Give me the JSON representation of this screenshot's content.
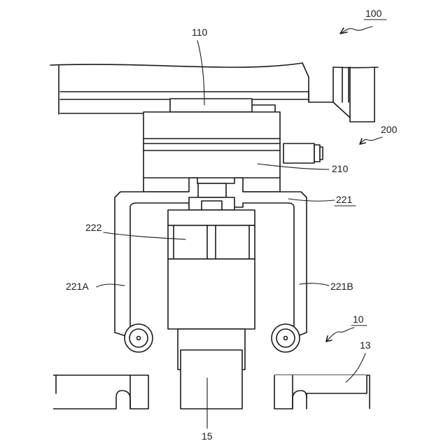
{
  "labels": {
    "ref_100": "100",
    "ref_110": "110",
    "ref_200": "200",
    "ref_210": "210",
    "ref_221": "221",
    "ref_222": "222",
    "ref_221A": "221A",
    "ref_221B": "221B",
    "ref_10": "10",
    "ref_13": "13",
    "ref_15": "15"
  },
  "colors": {
    "stroke": "#1a1a1a",
    "background": "#ffffff"
  }
}
